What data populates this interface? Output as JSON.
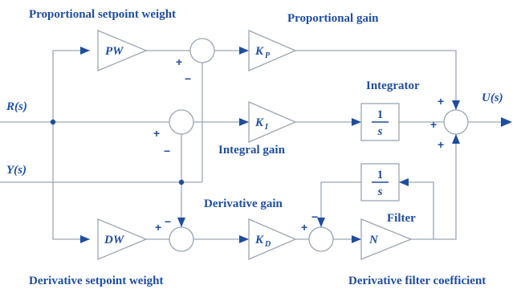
{
  "colors": {
    "text": "#1f4e9e",
    "line": "#9aa6b4",
    "arrow": "#1f4e9e"
  },
  "labels": {
    "proportional_setpoint_weight": "Proportional setpoint weight",
    "proportional_gain": "Proportional gain",
    "integrator": "Integrator",
    "integral_gain": "Integral gain",
    "derivative_gain": "Derivative gain",
    "filter": "Filter",
    "derivative_setpoint_weight": "Derivative setpoint weight",
    "derivative_filter_coefficient": "Derivative filter coefficient"
  },
  "signals": {
    "reference": "R(s)",
    "measurement": "Y(s)",
    "output": "U(s)"
  },
  "blocks": {
    "pw": "PW",
    "dw": "DW",
    "kp": {
      "main": "K",
      "sub": "P"
    },
    "ki": {
      "main": "K",
      "sub": "I"
    },
    "kd": {
      "main": "K",
      "sub": "D"
    },
    "n": "N",
    "integrator": {
      "num": "1",
      "den": "s"
    },
    "filter_integrator": {
      "num": "1",
      "den": "s"
    }
  },
  "signs": {
    "sum_p": [
      "+",
      "−"
    ],
    "sum_i": [
      "+",
      "−"
    ],
    "sum_d": [
      "+",
      "−"
    ],
    "sum_filter": [
      "+",
      "−"
    ],
    "sum_out": [
      "+",
      "+",
      "+"
    ]
  }
}
